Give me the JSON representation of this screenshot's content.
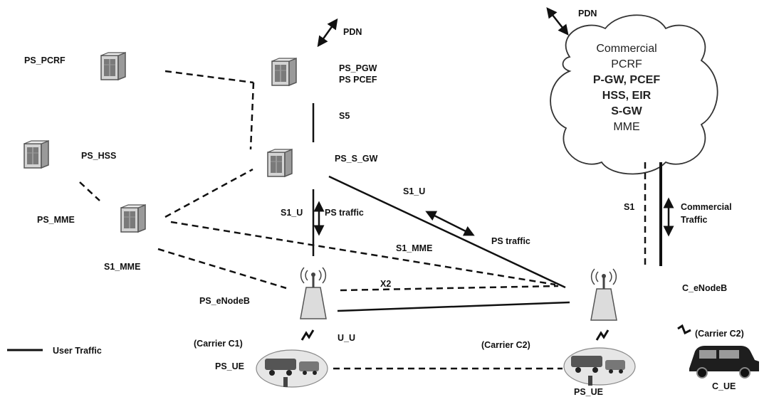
{
  "nodes": {
    "ps_pcrf": "PS_PCRF",
    "ps_hss": "PS_HSS",
    "ps_mme": "PS_MME",
    "ps_pgw_line1": "PS_PGW",
    "ps_pgw_line2": "PS PCEF",
    "ps_s_gw": "PS_S_GW",
    "ps_enodeb": "PS_eNodeB",
    "c_enodeb": "C_eNodeB",
    "ps_ue": "PS_UE",
    "ps_ue2": "PS_UE",
    "c_ue": "C_UE"
  },
  "cloud": {
    "lines": [
      "Commercial",
      "PCRF",
      "P-GW, PCEF",
      "HSS, EIR",
      "S-GW",
      "MME"
    ]
  },
  "links": {
    "pdn_left": "PDN",
    "pdn_right": "PDN",
    "s5": "S5",
    "s1_u_vertical": "S1_U",
    "s1_u_diagonal": "S1_U",
    "ps_traffic_vertical": "PS traffic",
    "ps_traffic_diagonal": "PS traffic",
    "s1_mme_left": "S1_MME",
    "s1_mme_center": "S1_MME",
    "x2": "X2",
    "u_u": "U_U",
    "s1_right": "S1",
    "commercial_traffic_line1": "Commercial",
    "commercial_traffic_line2": "Traffic"
  },
  "carriers": {
    "left": "(Carrier C1)",
    "middle": "(Carrier C2)",
    "right": "(Carrier C2)"
  },
  "legend": {
    "user_traffic": "User Traffic"
  },
  "colors": {
    "line": "#111111",
    "server_body": "#cfcfcf",
    "server_dark": "#6f6f6f",
    "cloud_fill": "#ffffff",
    "tower_fill": "#d9d9d9"
  }
}
